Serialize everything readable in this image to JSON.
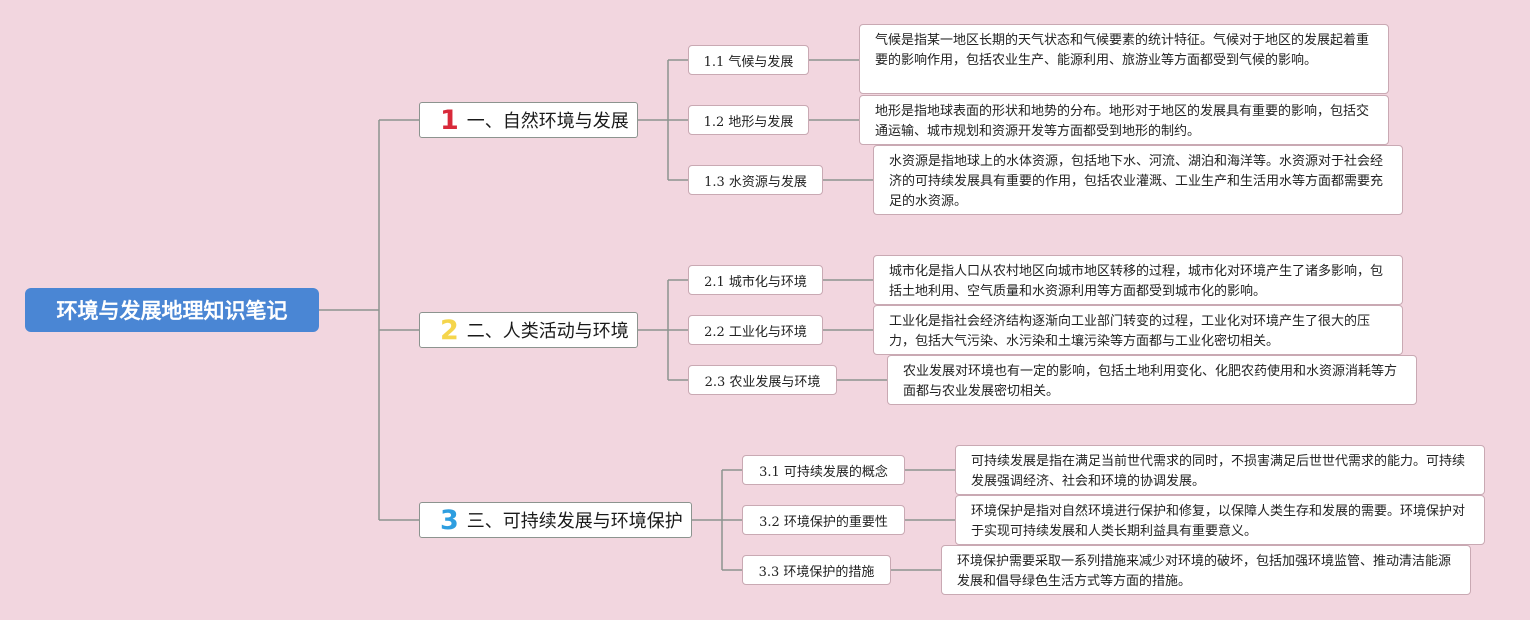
{
  "root": {
    "title": "环境与发展地理知识笔记"
  },
  "colors": {
    "root_bg": "#4a86d4",
    "background": "#f2d6df",
    "line": "#8c948f",
    "num1": "#d8293a",
    "num2": "#f5d54c",
    "num3": "#2e9ee0"
  },
  "branches": [
    {
      "num": "1",
      "title": "一、自然环境与发展",
      "children": [
        {
          "label": "1.1 气候与发展",
          "desc": "气候是指某一地区长期的天气状态和气候要素的统计特征。气候对于地区的发展起着重要的影响作用，包括农业生产、能源利用、旅游业等方面都受到气候的影响。"
        },
        {
          "label": "1.2 地形与发展",
          "desc": "地形是指地球表面的形状和地势的分布。地形对于地区的发展具有重要的影响，包括交通运输、城市规划和资源开发等方面都受到地形的制约。"
        },
        {
          "label": "1.3 水资源与发展",
          "desc": "水资源是指地球上的水体资源，包括地下水、河流、湖泊和海洋等。水资源对于社会经济的可持续发展具有重要的作用，包括农业灌溉、工业生产和生活用水等方面都需要充足的水资源。"
        }
      ]
    },
    {
      "num": "2",
      "title": "二、人类活动与环境",
      "children": [
        {
          "label": "2.1 城市化与环境",
          "desc": "城市化是指人口从农村地区向城市地区转移的过程，城市化对环境产生了诸多影响，包括土地利用、空气质量和水资源利用等方面都受到城市化的影响。"
        },
        {
          "label": "2.2 工业化与环境",
          "desc": "工业化是指社会经济结构逐渐向工业部门转变的过程，工业化对环境产生了很大的压力，包括大气污染、水污染和土壤污染等方面都与工业化密切相关。"
        },
        {
          "label": "2.3 农业发展与环境",
          "desc": "农业发展对环境也有一定的影响，包括土地利用变化、化肥农药使用和水资源消耗等方面都与农业发展密切相关。"
        }
      ]
    },
    {
      "num": "3",
      "title": "三、可持续发展与环境保护",
      "children": [
        {
          "label": "3.1 可持续发展的概念",
          "desc": "可持续发展是指在满足当前世代需求的同时，不损害满足后世世代需求的能力。可持续发展强调经济、社会和环境的协调发展。"
        },
        {
          "label": "3.2 环境保护的重要性",
          "desc": "环境保护是指对自然环境进行保护和修复，以保障人类生存和发展的需要。环境保护对于实现可持续发展和人类长期利益具有重要意义。"
        },
        {
          "label": "3.3 环境保护的措施",
          "desc": "环境保护需要采取一系列措施来减少对环境的破坏，包括加强环境监管、推动清洁能源发展和倡导绿色生活方式等方面的措施。"
        }
      ]
    }
  ]
}
